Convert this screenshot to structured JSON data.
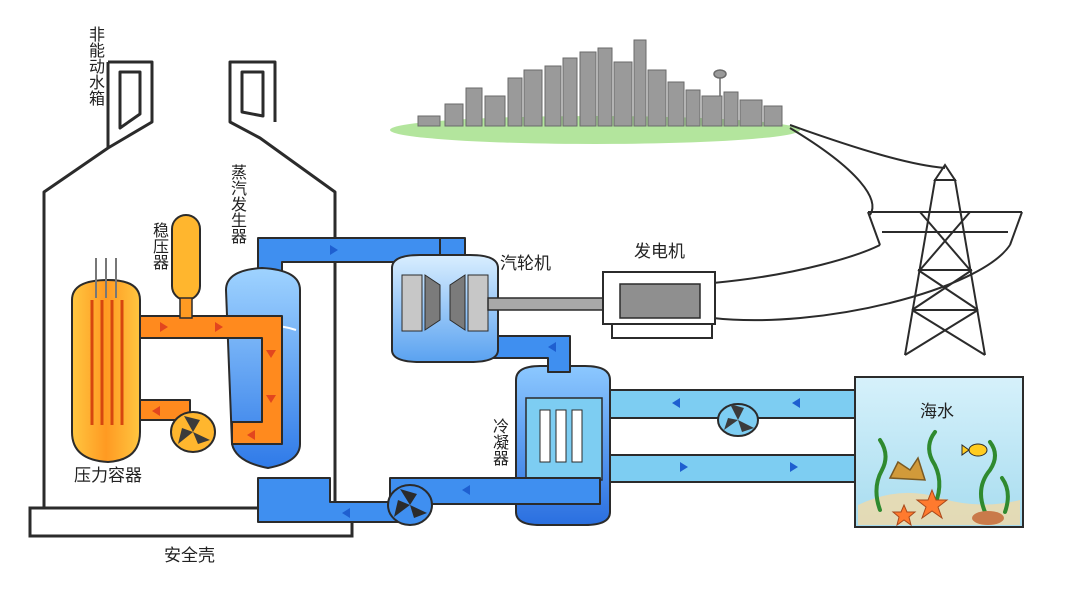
{
  "labels": {
    "passive_water_tank": "非能动水箱",
    "pressurizer": "稳压器",
    "steam_generator": "蒸汽发生器",
    "turbine": "汽轮机",
    "generator": "发电机",
    "condenser": "冷凝器",
    "seawater": "海水",
    "pressure_vessel": "压力容器",
    "containment": "安全壳"
  },
  "colors": {
    "primary_loop": "#ff8a1e",
    "vessel_fill": "#ffb62e",
    "steam_loop": "#3f8ff0",
    "cooling_loop": "#7dcdf2",
    "outline": "#2b2b2b",
    "city": "#9a9a9a",
    "grass": "#a6e08c",
    "arrow_primary": "#e2461e",
    "arrow_secondary": "#1f5fd0"
  },
  "icons": [
    "reactor-fuel-rods",
    "pump-fan-icon",
    "turbine-icon",
    "generator-icon",
    "transmission-tower-icon",
    "fish-icon",
    "starfish-icon",
    "city-skyline"
  ]
}
